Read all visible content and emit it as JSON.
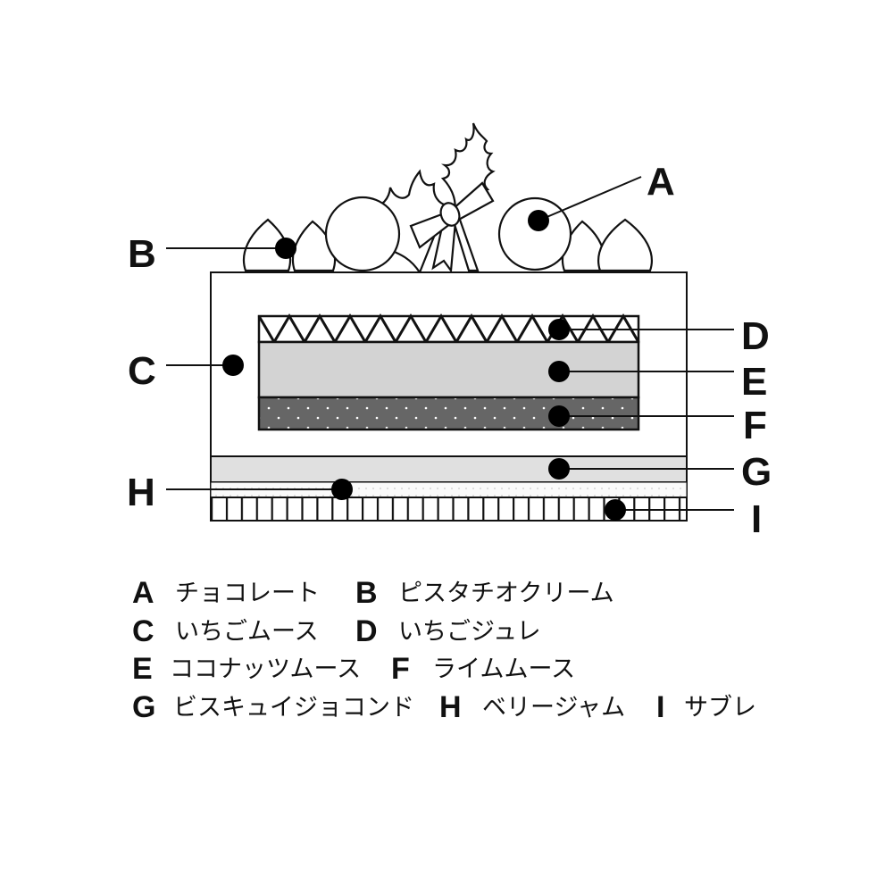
{
  "callouts": {
    "A": "A",
    "B": "B",
    "C": "C",
    "D": "D",
    "E": "E",
    "F": "F",
    "G": "G",
    "H": "H",
    "I": "I"
  },
  "legend": [
    {
      "letter": "A",
      "name": "チョコレート"
    },
    {
      "letter": "B",
      "name": "ピスタチオクリーム"
    },
    {
      "letter": "C",
      "name": "いちごムース"
    },
    {
      "letter": "D",
      "name": "いちごジュレ"
    },
    {
      "letter": "E",
      "name": "ココナッツムース"
    },
    {
      "letter": "F",
      "name": "ライムムース"
    },
    {
      "letter": "G",
      "name": "ビスキュイジョコンド"
    },
    {
      "letter": "H",
      "name": "ベリージャム"
    },
    {
      "letter": "I",
      "name": "サブレ"
    }
  ],
  "colors": {
    "mousse_E": "#d3d3d3",
    "mousse_F": "#666666",
    "biscuit_G": "#e0e0e0",
    "outline": "#111111"
  }
}
